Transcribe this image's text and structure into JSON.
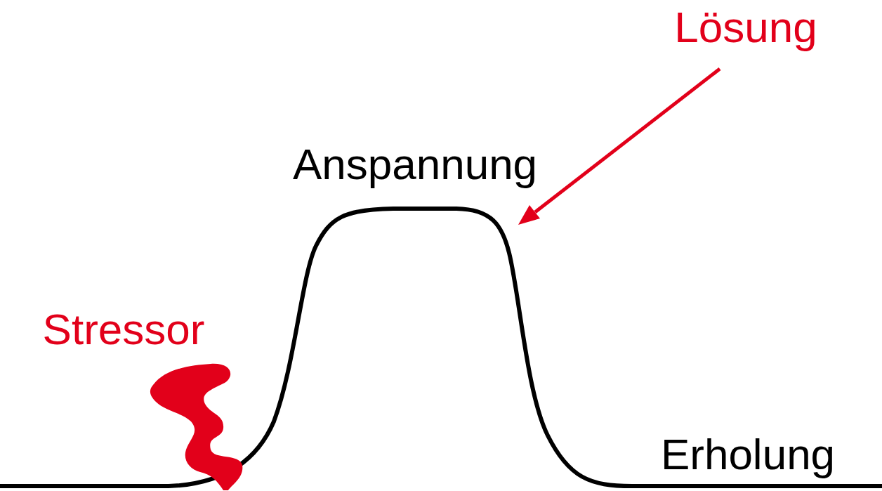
{
  "diagram": {
    "labels": [
      "Lösung",
      "Anspannung",
      "Stressor",
      "Erholung"
    ]
  }
}
